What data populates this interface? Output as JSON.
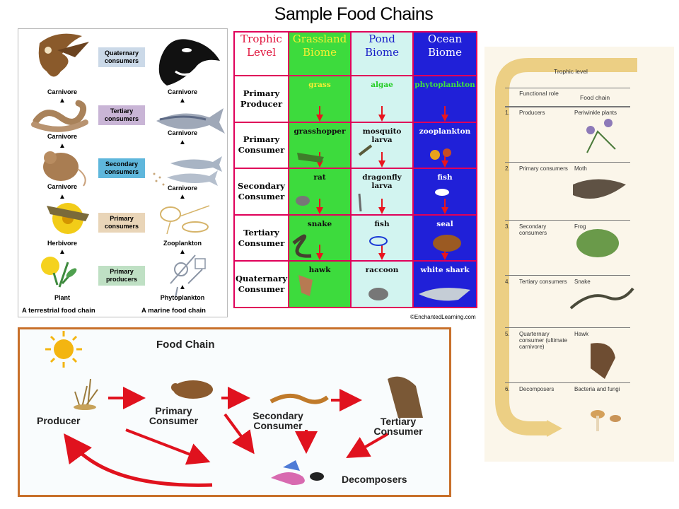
{
  "title": "Sample Food Chains",
  "panel1": {
    "terrestrial": {
      "labels": [
        "Carnivore",
        "Carnivore",
        "Carnivore",
        "Herbivore",
        "Plant"
      ],
      "caption": "A terrestrial food chain"
    },
    "marine": {
      "labels": [
        "Carnivore",
        "Carnivore",
        "Carnivore",
        "Zooplankton",
        "Phytoplankton"
      ],
      "caption": "A marine food chain"
    },
    "levels": [
      {
        "label": "Quaternary consumers",
        "color": "#cbd9e8"
      },
      {
        "label": "Tertiary consumers",
        "color": "#c9b5d6"
      },
      {
        "label": "Secondary consumers",
        "color": "#5fb7dc"
      },
      {
        "label": "Primary consumers",
        "color": "#e9d5b8"
      },
      {
        "label": "Primary producers",
        "color": "#bfe0c4"
      }
    ]
  },
  "table": {
    "header": {
      "level": "Trophic Level",
      "grassland": "Grassland Biome",
      "pond": "Pond Biome",
      "ocean": "Ocean Biome"
    },
    "rows": [
      {
        "level": "Primary Producer",
        "grassland": "grass",
        "pond": "algae",
        "ocean": "phytoplankton"
      },
      {
        "level": "Primary Consumer",
        "grassland": "grasshopper",
        "pond": "mosquito larva",
        "ocean": "zooplankton"
      },
      {
        "level": "Secondary Consumer",
        "grassland": "rat",
        "pond": "dragonfly larva",
        "ocean": "fish"
      },
      {
        "level": "Tertiary Consumer",
        "grassland": "snake",
        "pond": "fish",
        "ocean": "seal"
      },
      {
        "level": "Quaternary Consumer",
        "grassland": "hawk",
        "pond": "raccoon",
        "ocean": "white shark"
      }
    ],
    "copyright": "©EnchantedLearning.com",
    "colors": {
      "grassland": "#3ddb3d",
      "pond": "#d2f4f0",
      "ocean": "#2020d8",
      "border": "#e0005a",
      "header_red": "#e0143c"
    }
  },
  "panel3": {
    "band_label": "Trophic level",
    "col_role": "Functional role",
    "col_chain": "Food chain",
    "rows": [
      {
        "num": "1.",
        "role": "Producers",
        "food": "Periwinkle plants"
      },
      {
        "num": "2.",
        "role": "Primary consumers",
        "food": "Moth"
      },
      {
        "num": "3.",
        "role": "Secondary consumers",
        "food": "Frog"
      },
      {
        "num": "4.",
        "role": "Tertiary consumers",
        "food": "Snake"
      },
      {
        "num": "5.",
        "role": "Quarternary consumer (ultimate carnivore)",
        "food": "Hawk"
      },
      {
        "num": "6.",
        "role": "Decomposers",
        "food": "Bacteria and fungi"
      }
    ]
  },
  "panel4": {
    "title": "Food Chain",
    "producer": "Producer",
    "primary": "Primary Consumer",
    "secondary": "Secondary Consumer",
    "tertiary": "Tertiary Consumer",
    "decomposers": "Decomposers",
    "arrow_color": "#e0121e",
    "border_color": "#c8702a"
  }
}
